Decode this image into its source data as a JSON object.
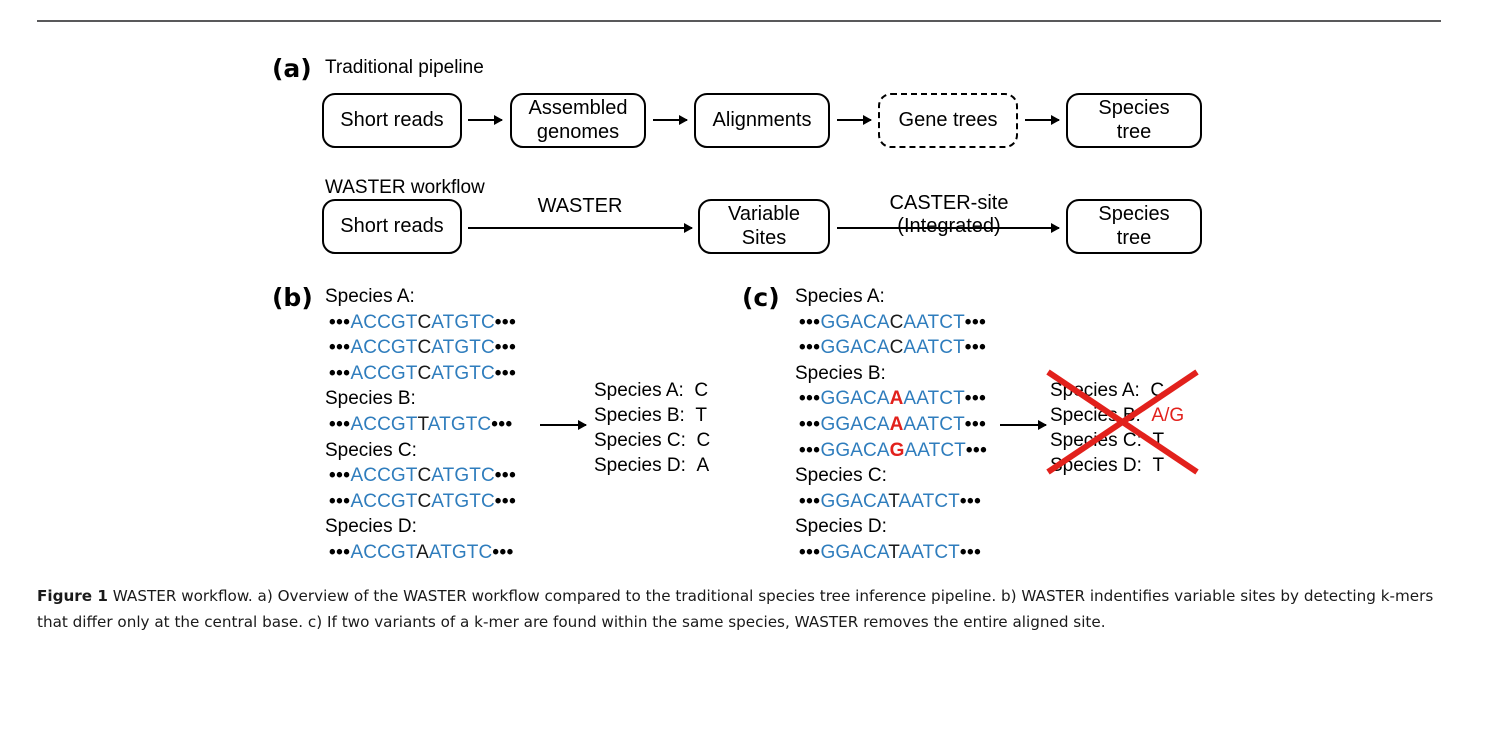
{
  "figure": {
    "panel_a_letter": "(a)",
    "panel_b_letter": "(b)",
    "panel_c_letter": "(c)"
  },
  "flow": {
    "traditional_title": "Traditional pipeline",
    "waster_title": "WASTER workflow",
    "traditional_boxes": [
      {
        "label": "Short reads",
        "style": "solid"
      },
      {
        "label": "Assembled\ngenomes",
        "style": "solid"
      },
      {
        "label": "Alignments",
        "style": "solid"
      },
      {
        "label": "Gene trees",
        "style": "dashed"
      },
      {
        "label": "Species\ntree",
        "style": "solid"
      }
    ],
    "waster_boxes": [
      {
        "label": "Short reads",
        "style": "solid"
      },
      {
        "label": "Variable\nSites",
        "style": "solid"
      },
      {
        "label": "Species\ntree",
        "style": "solid"
      }
    ],
    "waster_arrow_label_1": "WASTER",
    "waster_arrow_label_2a": "CASTER-site",
    "waster_arrow_label_2b": "(Integrated)"
  },
  "panel_b": {
    "prefix": "ACCGT",
    "suffix": "ATGTC",
    "dots": "•••",
    "groups": [
      {
        "label": "Species A:",
        "reads": [
          {
            "center": "C",
            "color": "black"
          },
          {
            "center": "C",
            "color": "black"
          },
          {
            "center": "C",
            "color": "black"
          }
        ]
      },
      {
        "label": "Species B:",
        "reads": [
          {
            "center": "T",
            "color": "black"
          }
        ]
      },
      {
        "label": "Species C:",
        "reads": [
          {
            "center": "C",
            "color": "black"
          },
          {
            "center": "C",
            "color": "black"
          }
        ]
      },
      {
        "label": "Species D:",
        "reads": [
          {
            "center": "A",
            "color": "black"
          }
        ]
      }
    ],
    "result": [
      {
        "label": "Species A:",
        "value": "C",
        "color": "black"
      },
      {
        "label": "Species B:",
        "value": "T",
        "color": "black"
      },
      {
        "label": "Species C:",
        "value": "C",
        "color": "black"
      },
      {
        "label": "Species D:",
        "value": "A",
        "color": "black"
      }
    ],
    "result_crossed_out": false
  },
  "panel_c": {
    "prefix": "GGACA",
    "suffix": "AATCT",
    "dots": "•••",
    "groups": [
      {
        "label": "Species A:",
        "reads": [
          {
            "center": "C",
            "color": "black"
          },
          {
            "center": "C",
            "color": "black"
          }
        ]
      },
      {
        "label": "Species B:",
        "reads": [
          {
            "center": "A",
            "color": "red"
          },
          {
            "center": "A",
            "color": "red"
          },
          {
            "center": "G",
            "color": "red"
          }
        ]
      },
      {
        "label": "Species C:",
        "reads": [
          {
            "center": "T",
            "color": "black"
          }
        ]
      },
      {
        "label": "Species D:",
        "reads": [
          {
            "center": "T",
            "color": "black"
          }
        ]
      }
    ],
    "result": [
      {
        "label": "Species A:",
        "value": "C",
        "color": "black"
      },
      {
        "label": "Species B:",
        "value": "A/G",
        "color": "red"
      },
      {
        "label": "Species C:",
        "value": "T",
        "color": "black"
      },
      {
        "label": "Species D:",
        "value": "T",
        "color": "black"
      }
    ],
    "result_crossed_out": true
  },
  "caption": {
    "bold_prefix": "Figure 1",
    "text": " WASTER workflow. a) Overview of the WASTER workflow compared to the traditional species tree inference pipeline. b) WASTER indentifies variable sites by detecting k-mers that differ only at the central base. c) If two variants of a k-mer are found within the same species, WASTER removes the entire aligned site."
  },
  "colors": {
    "sequence_blue": "#2f7dbd",
    "variant_red": "#e2211c",
    "rule_gray": "#59595b",
    "text_black": "#000000"
  }
}
